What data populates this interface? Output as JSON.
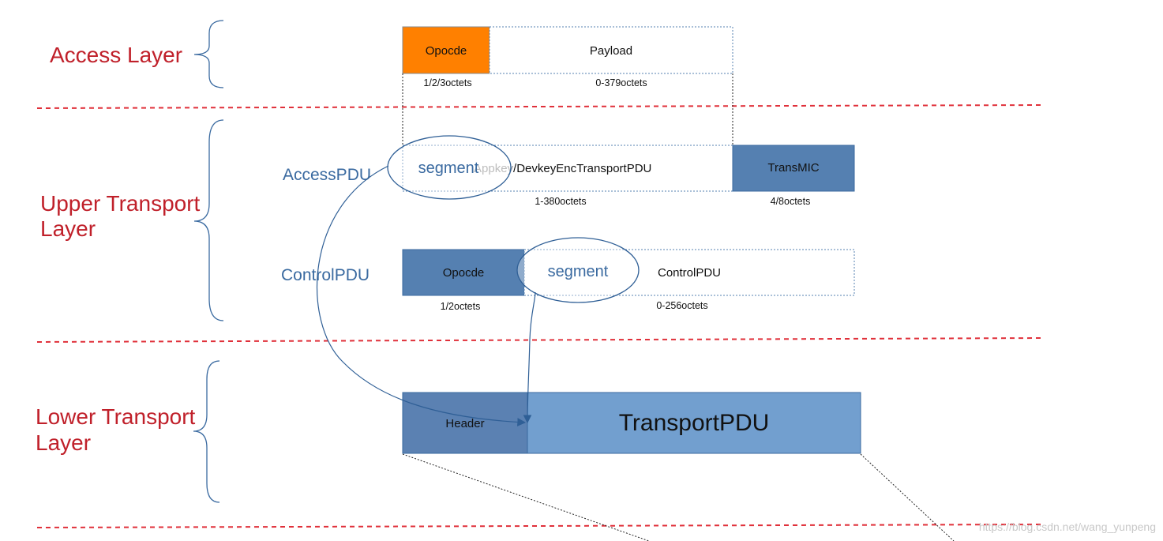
{
  "layers": {
    "access": "Access Layer",
    "upper_line1": "Upper Transport",
    "upper_line2": "Layer",
    "lower_line1": "Lower Transport",
    "lower_line2": "Layer"
  },
  "access_layer": {
    "opcode": "Opocde",
    "payload": "Payload",
    "opcode_size": "1/2/3octets",
    "payload_size": "0-379octets"
  },
  "upper_transport": {
    "access_pdu_label": "AccessPDU",
    "enc_pdu_prefix": "Appkey",
    "enc_pdu_rest": "/DevkeyEncTransportPDU",
    "enc_pdu_size": "1-380octets",
    "transmic": "TransMIC",
    "transmic_size": "4/8octets",
    "control_pdu_label": "ControlPDU",
    "control_opcode": "Opocde",
    "control_opcode_size": "1/2octets",
    "control_pdu": "ControlPDU",
    "control_pdu_size": "0-256octets"
  },
  "segments": {
    "access_segment": "segment",
    "control_segment": "segment"
  },
  "lower_transport": {
    "header": "Header",
    "transport_pdu": "TransportPDU"
  },
  "watermark": "https://blog.csdn.net/wang_yunpeng",
  "colors": {
    "layer_text": "#c0202a",
    "pdu_label_text": "#3a6aa0",
    "opcode_orange": "#ff8000",
    "blue_dark": "#5580b1",
    "blue_header": "#5b81b2",
    "blue_light": "#729fcf",
    "separator": "#e0303a"
  }
}
